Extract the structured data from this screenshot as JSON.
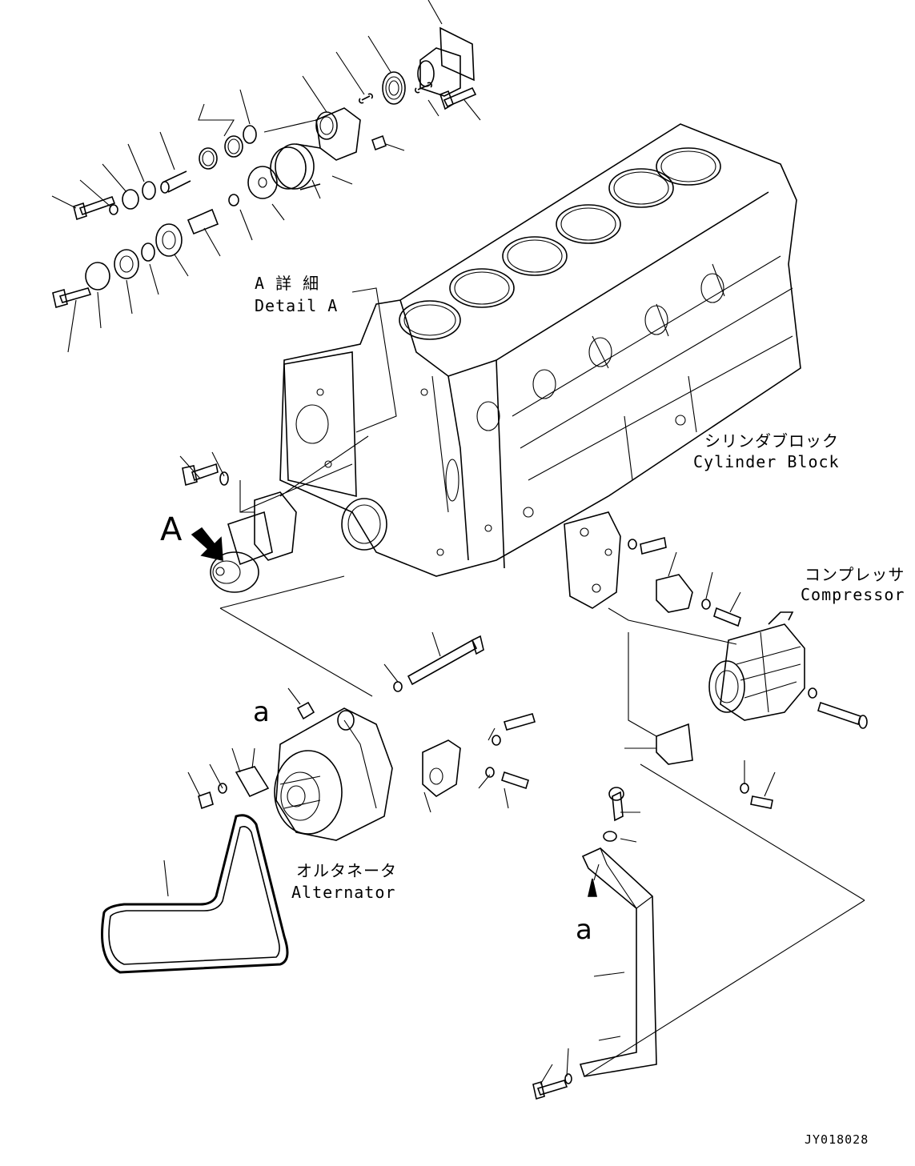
{
  "labels": {
    "detail_a_jp": "A 詳 細",
    "detail_a_en": "Detail A",
    "cylinder_block_jp": "シリンダブロック",
    "cylinder_block_en": "Cylinder Block",
    "compressor_jp": "コンプレッサ",
    "compressor_en": "Compressor",
    "alternator_jp": "オルタネータ",
    "alternator_en": "Alternator",
    "view_marker": "A",
    "ref_a_top": "a",
    "ref_a_bottom": "a",
    "drawing_code": "JY018028"
  },
  "colors": {
    "line": "#000000",
    "background": "#ffffff"
  }
}
